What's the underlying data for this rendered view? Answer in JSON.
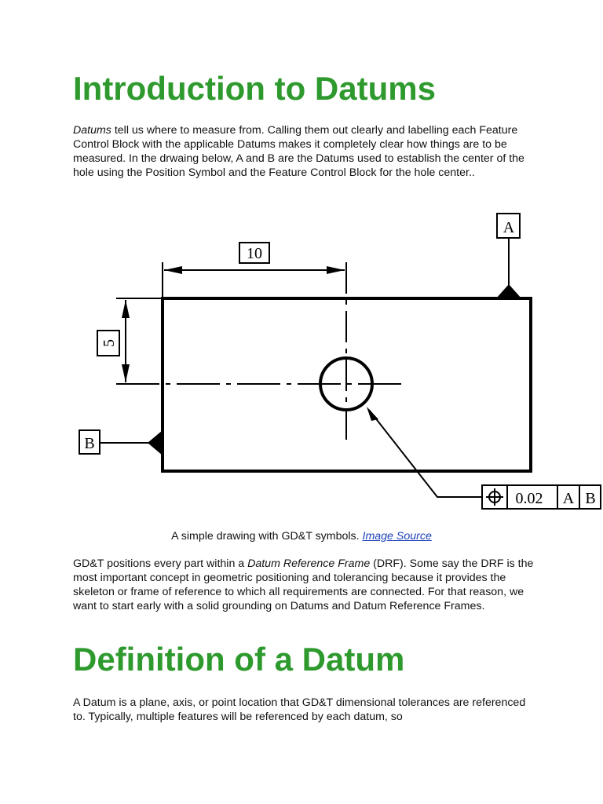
{
  "heading1": "Introduction to Datums",
  "para1": {
    "lead_italic": "Datums",
    "rest": " tell us where to measure from. Calling them out clearly and labelling each Feature Control Block with the applicable Datums makes it completely clear how things are to be measured. In the drwaing below, A and B are the Datums used to establish the center of the hole using the Position Symbol and the Feature Control Block for the hole center.."
  },
  "drawing": {
    "dim_horizontal": "10",
    "dim_vertical": "5",
    "datum_a": "A",
    "datum_b": "B",
    "fcf": {
      "symbol": "position-icon",
      "tolerance": "0.02",
      "ref1": "A",
      "ref2": "B"
    }
  },
  "caption": {
    "text": "A simple drawing with GD&T symbols. ",
    "link": "Image Source"
  },
  "para2": {
    "before": "GD&T positions every part within a ",
    "italic": "Datum Reference Frame",
    "after": " (DRF). Some say the DRF is the most important concept in geometric positioning and tolerancing because it provides the skeleton or frame of reference to which all requirements are connected. For that reason, we want to start early with a solid grounding on Datums and Datum Reference Frames."
  },
  "heading2": "Definition of a Datum",
  "para3": "A Datum is a plane, axis, or point location that GD&T dimensional tolerances are referenced to. Typically, multiple features will be referenced by each datum, so"
}
